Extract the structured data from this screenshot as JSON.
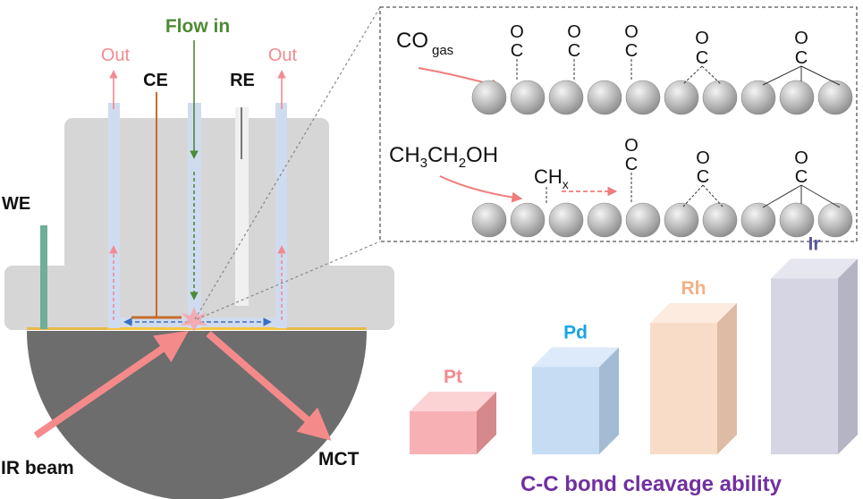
{
  "cell": {
    "labels": {
      "flow_in": "Flow in",
      "out_left": "Out",
      "out_right": "Out",
      "ce": "CE",
      "re": "RE",
      "we": "WE",
      "ir_beam": "IR beam",
      "mct": "MCT"
    }
  },
  "inset": {
    "top": {
      "reactant": "CO",
      "reactant_sub": "gas",
      "adsorbate_o": "O",
      "adsorbate_c": "C"
    },
    "bottom": {
      "reactant_parts": [
        "CH",
        "3",
        "CH",
        "2",
        "OH"
      ],
      "intermediate": "CH",
      "intermediate_sub": "x",
      "adsorbate_o": "O",
      "adsorbate_c": "C"
    }
  },
  "bars": {
    "caption": "C-C bond cleavage ability",
    "items": [
      {
        "label": "Pt",
        "rank": 1,
        "front": "#f7b1b5",
        "top": "#fbd3d5",
        "side": "#d6898d",
        "label_color": "#f28a8f"
      },
      {
        "label": "Pd",
        "rank": 2,
        "front": "#c6dcf3",
        "top": "#ddeaf9",
        "side": "#a3bcd4",
        "label_color": "#1aa4e8"
      },
      {
        "label": "Rh",
        "rank": 3,
        "front": "#f9dcc8",
        "top": "#fcebde",
        "side": "#ddbba5",
        "label_color": "#f2b085"
      },
      {
        "label": "Ir",
        "rank": 4,
        "front": "#d5d5e3",
        "top": "#e6e6ef",
        "side": "#b4b4c5",
        "label_color": "#58589a"
      }
    ]
  },
  "colors": {
    "flow_in": "#4e8a33",
    "out": "#f28a8f",
    "caption": "#7030a0",
    "beam": "#f48a8a",
    "electrolyte_arrow": "#3a6fc4"
  }
}
